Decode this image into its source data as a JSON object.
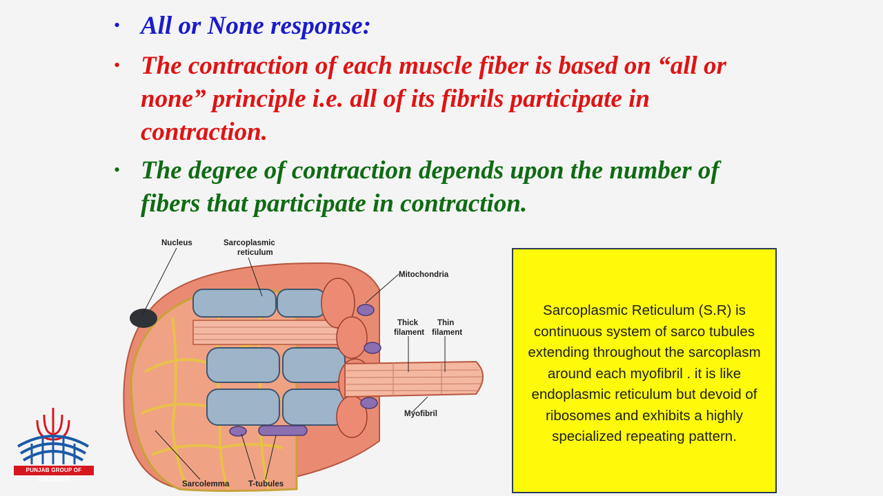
{
  "slide": {
    "bullets": [
      {
        "text": "All or None response:",
        "color": "#1a1acc"
      },
      {
        "text": "The contraction of  each muscle fiber is based on “all or none” principle i.e. all of  its fibrils participate in contraction.",
        "color": "#e01313"
      },
      {
        "text": "The degree of  contraction depends upon the number of fibers that participate in contraction.",
        "color": "#0f6b14"
      }
    ],
    "bullet_glyph": "•"
  },
  "figure": {
    "labels": {
      "nucleus": "Nucleus",
      "sr_line1": "Sarcoplasmic",
      "sr_line2": "reticulum",
      "mitochondria": "Mitochondria",
      "thick_line1": "Thick",
      "thick_line2": "filament",
      "thin_line1": "Thin",
      "thin_line2": "filament",
      "myofibril": "Myofibril",
      "sarcolemma": "Sarcolemma",
      "ttubules": "T-tubules"
    }
  },
  "note": {
    "text": "Sarcoplasmic Reticulum (S.R) is continuous system of sarco tubules extending throughout the sarcoplasm around each myofibril . it is like endoplasmic reticulum but devoid of ribosomes and exhibits a highly specialized repeating pattern.",
    "background": "#fffa0a"
  },
  "logo": {
    "band_text": "PUNJAB GROUP OF COLLEGES",
    "colors": {
      "red": "#d7171f",
      "blue": "#1b5aa8"
    }
  }
}
